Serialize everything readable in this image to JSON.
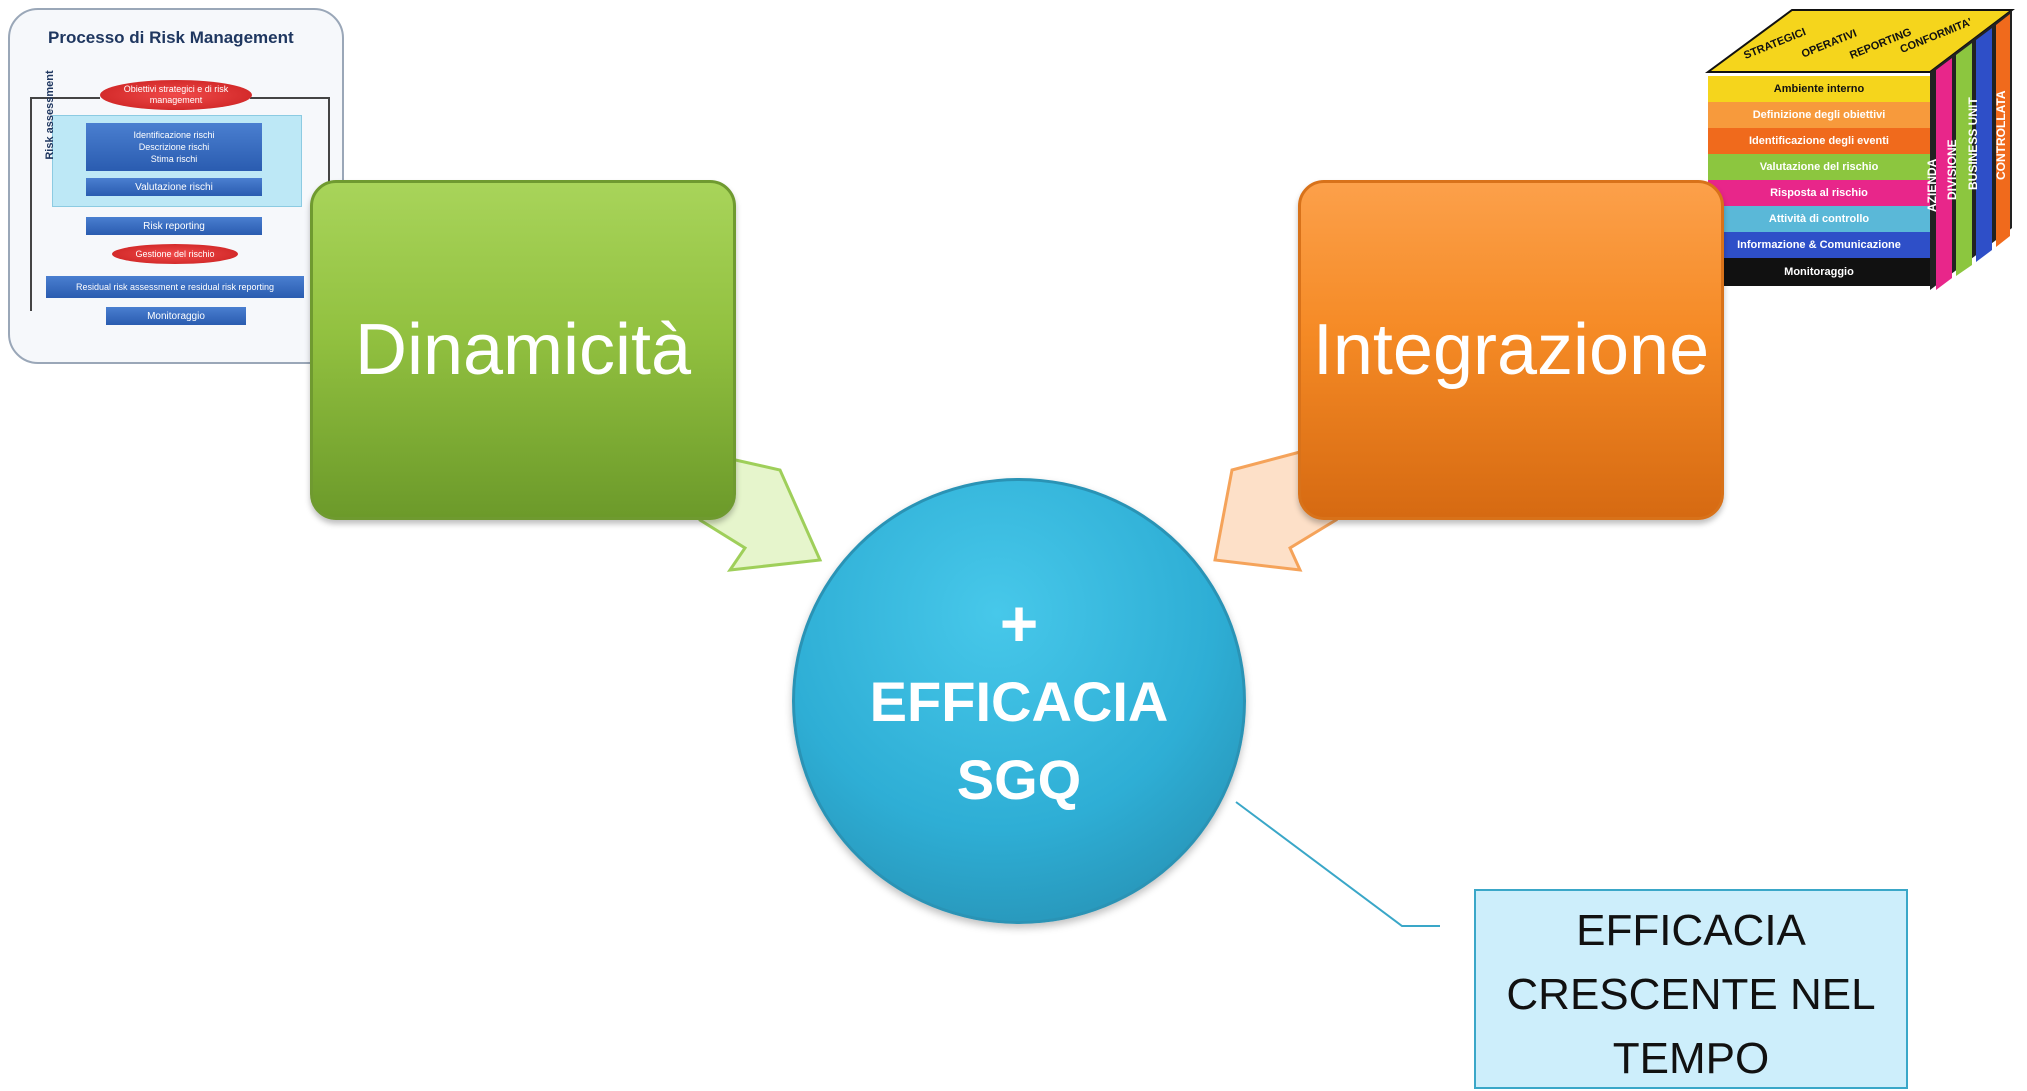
{
  "left_box": {
    "label": "Dinamicità",
    "color": "#92c140"
  },
  "right_box": {
    "label": "Integrazione",
    "color": "#f58a25"
  },
  "center": {
    "plus": "+",
    "line1": "EFFICACIA",
    "line2": "SGQ",
    "color": "#2eaed5"
  },
  "callout": {
    "line1": "EFFICACIA",
    "line2": "CRESCENTE NEL",
    "line3": "TEMPO"
  },
  "risk_process": {
    "title": "Processo di Risk Management",
    "objectives": "Obiettivi strategici e di risk management",
    "assessment_label": "Risk assessment",
    "identification": "Identificazione rischi",
    "description": "Descrizione rischi",
    "estimate": "Stima rischi",
    "evaluation": "Valutazione rischi",
    "reporting": "Risk reporting",
    "management": "Gestione del rischio",
    "residual": "Residual risk assessment e residual risk reporting",
    "monitoring": "Monitoraggio"
  },
  "coso_cube": {
    "top": [
      "STRATEGICI",
      "OPERATIVI",
      "REPORTING",
      "CONFORMITA'"
    ],
    "rows": [
      {
        "label": "Ambiente interno",
        "color": "#f5d51c"
      },
      {
        "label": "Definizione degli obiettivi",
        "color": "#f79a3c"
      },
      {
        "label": "Identificazione degli eventi",
        "color": "#f06a1c"
      },
      {
        "label": "Valutazione del rischio",
        "color": "#8cc63f"
      },
      {
        "label": "Risposta al rischio",
        "color": "#e8268a"
      },
      {
        "label": "Attività di controllo",
        "color": "#5ab8d8"
      },
      {
        "label": "Informazione & Comunicazione",
        "color": "#2e4fc8"
      },
      {
        "label": "Monitoraggio",
        "color": "#111111"
      }
    ],
    "side": [
      "AZIENDA",
      "DIVISIONE",
      "BUSINESS UNIT",
      "CONTROLLATA"
    ]
  }
}
